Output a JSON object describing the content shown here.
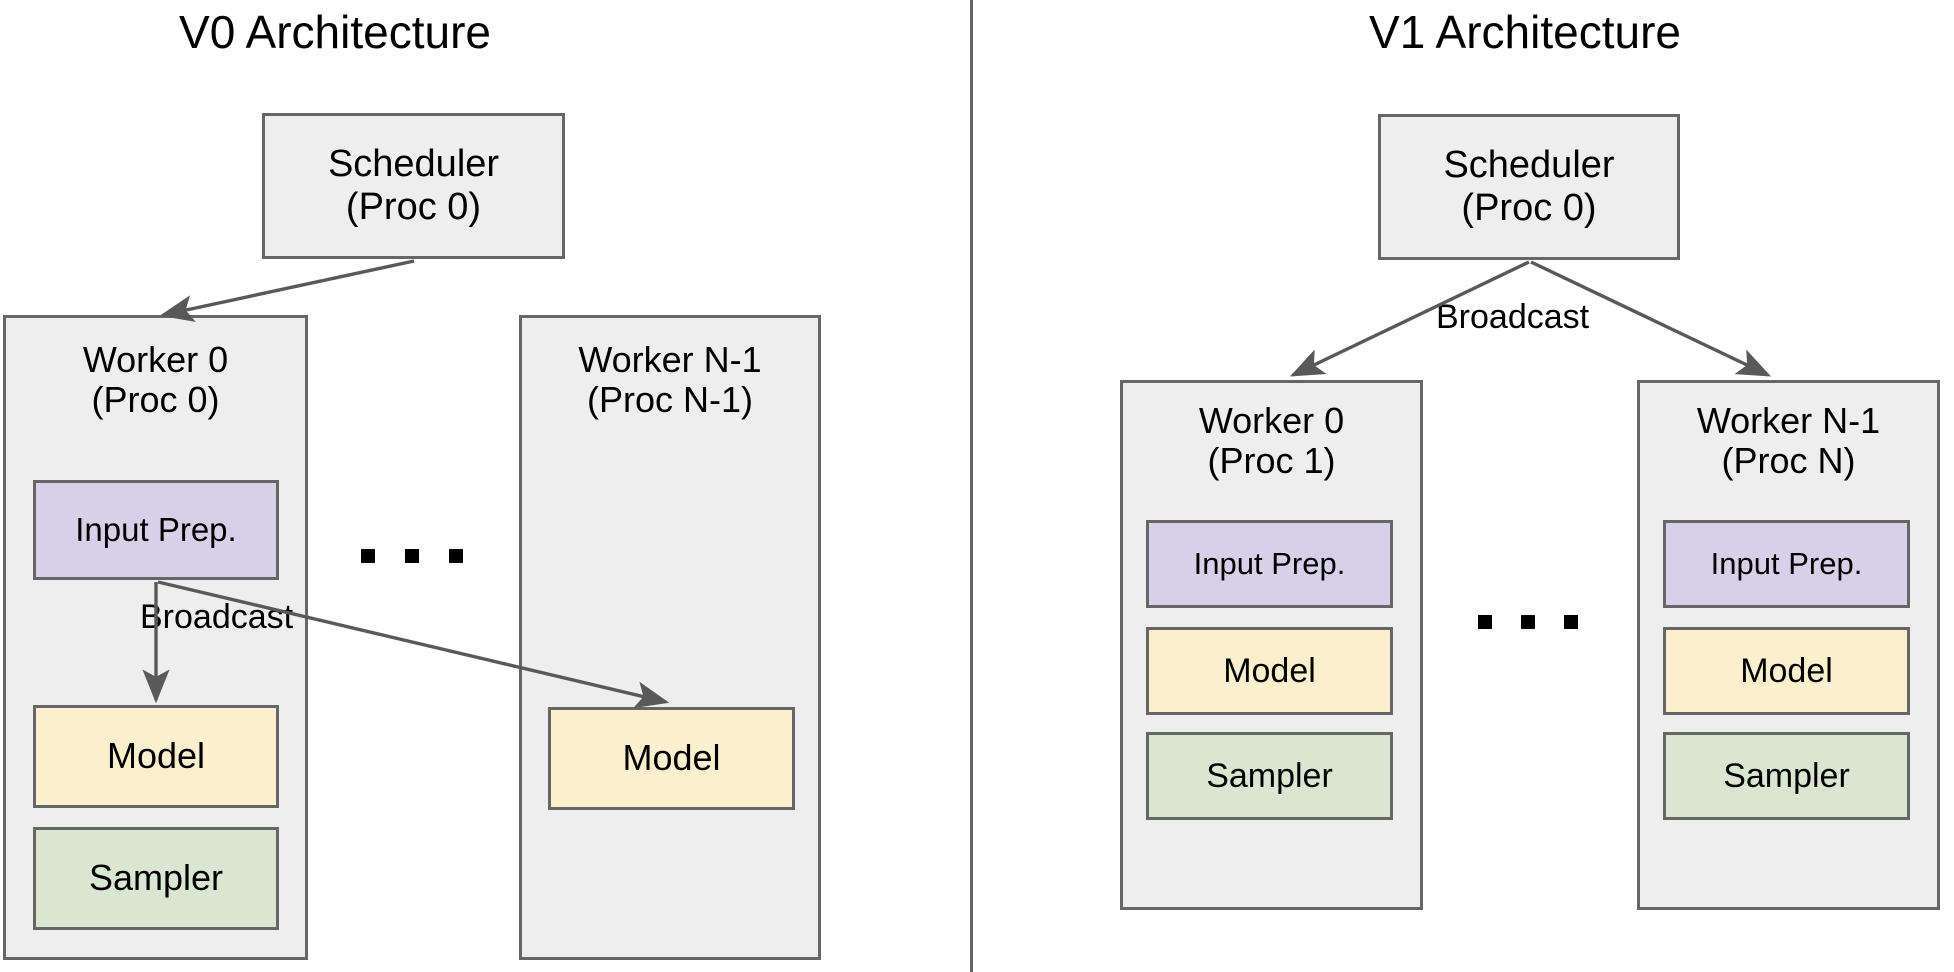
{
  "panels": [
    {
      "id": "v0",
      "title": "V0 Architecture",
      "scheduler": {
        "label": "Scheduler\n(Proc 0)"
      },
      "workers": [
        {
          "title": "Worker 0\n(Proc 0)",
          "components": [
            {
              "label": "Input Prep.",
              "color": "#d6d0e8"
            },
            {
              "label": "Model",
              "color": "#fbefcd"
            },
            {
              "label": "Sampler",
              "color": "#d9e7d2"
            }
          ]
        },
        {
          "title": "Worker N-1\n(Proc N-1)",
          "components": [
            {
              "label": "Model",
              "color": "#fbefcd"
            }
          ]
        }
      ],
      "edge_labels": [
        "Broadcast"
      ],
      "ellipsis": "..."
    },
    {
      "id": "v1",
      "title": "V1 Architecture",
      "scheduler": {
        "label": "Scheduler\n(Proc 0)"
      },
      "workers": [
        {
          "title": "Worker 0\n(Proc 1)",
          "components": [
            {
              "label": "Input Prep.",
              "color": "#d6d0e8"
            },
            {
              "label": "Model",
              "color": "#fbefcd"
            },
            {
              "label": "Sampler",
              "color": "#d9e7d2"
            }
          ]
        },
        {
          "title": "Worker N-1\n(Proc N)",
          "components": [
            {
              "label": "Input Prep.",
              "color": "#d6d0e8"
            },
            {
              "label": "Model",
              "color": "#fbefcd"
            },
            {
              "label": "Sampler",
              "color": "#d9e7d2"
            }
          ]
        }
      ],
      "edge_labels": [
        "Broadcast"
      ],
      "ellipsis": "..."
    }
  ],
  "colors": {
    "box_fill": "#eeeeee",
    "box_stroke": "#666666",
    "input_prep": "#d6d0e8",
    "model": "#fbefcd",
    "sampler": "#d9e7d2",
    "arrow": "#595959",
    "divider": "#666666",
    "text": "#000000"
  }
}
